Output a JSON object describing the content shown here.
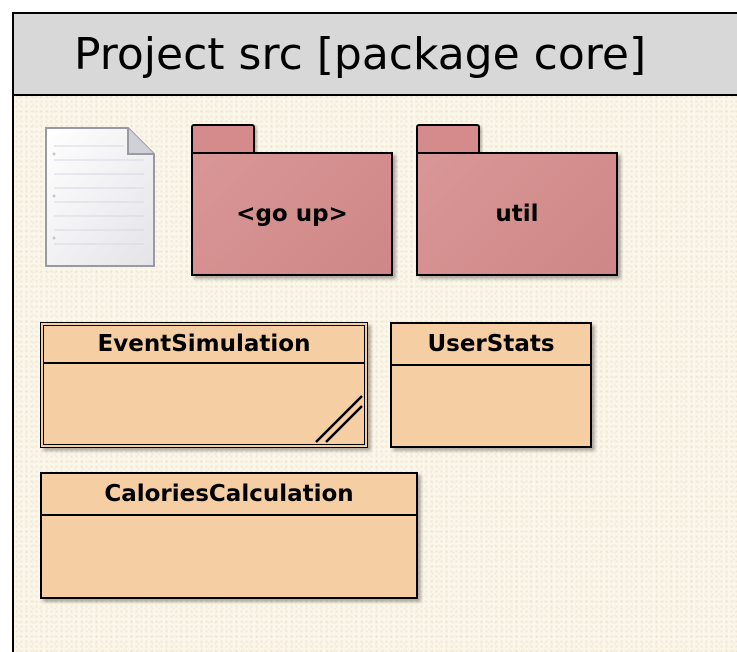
{
  "window": {
    "title": "Project src [package core]"
  },
  "packages": [
    {
      "label": "<go up>"
    },
    {
      "label": "util"
    }
  ],
  "classes": [
    {
      "name": "EventSimulation"
    },
    {
      "name": "UserStats"
    },
    {
      "name": "CaloriesCalculation"
    }
  ],
  "colors": {
    "package_fill": "#d58b8b",
    "class_fill": "#f5cea4",
    "titlebar": "#d8d8d8",
    "canvas": "#fbf6ea"
  },
  "icons": {
    "note": "note-icon",
    "resize": "resize-handle-icon"
  }
}
